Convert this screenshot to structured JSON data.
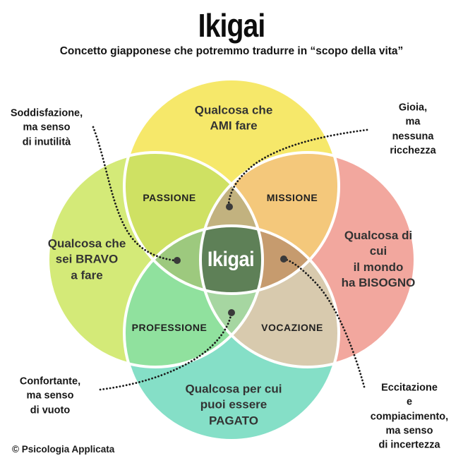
{
  "header": {
    "title": "Ikigai",
    "subtitle": "Concetto giapponese che potremmo tradurre in “scopo della vita”"
  },
  "circles": {
    "top": {
      "label": "Qualcosa che\nAMI fare",
      "color": "#f6e86a"
    },
    "left": {
      "label": "Qualcosa che\nsei BRAVO\na fare",
      "color": "#d4ea78"
    },
    "right": {
      "label": "Qualcosa di cui\nil mondo\nha BISOGNO",
      "color": "#f2a79e"
    },
    "bottom": {
      "label": "Qualcosa per cui\npuoi essere\nPAGATO",
      "color": "#85dfc7"
    }
  },
  "overlaps": {
    "passione": {
      "label": "PASSIONE",
      "color": "#cfe163"
    },
    "missione": {
      "label": "MISSIONE",
      "color": "#f4c87b"
    },
    "professione": {
      "label": "PROFESSIONE",
      "color": "#90e19e"
    },
    "vocazione": {
      "label": "VOCAZIONE",
      "color": "#d8caae"
    },
    "petal_top": "#c2b27f",
    "petal_left": "#9dc97e",
    "petal_right": "#c69b6e",
    "petal_bottom": "#a6d6a1"
  },
  "center": {
    "label": "Ikigai",
    "color": "#5e8057",
    "text_color": "#ffffff"
  },
  "notes": {
    "top_left": "Soddisfazione,\nma senso\ndi inutilità",
    "top_right": "Gioia,\nma nessuna\nricchezza",
    "bottom_left": "Confortante,\nma senso\ndi vuoto",
    "bottom_right": "Eccitazione\ne compiacimento,\nma senso\ndi incertezza"
  },
  "arrow": {
    "color": "#1c1c1c",
    "dot_color": "#3a3a3a"
  },
  "footer": {
    "credit": "© Psicologia Applicata"
  }
}
